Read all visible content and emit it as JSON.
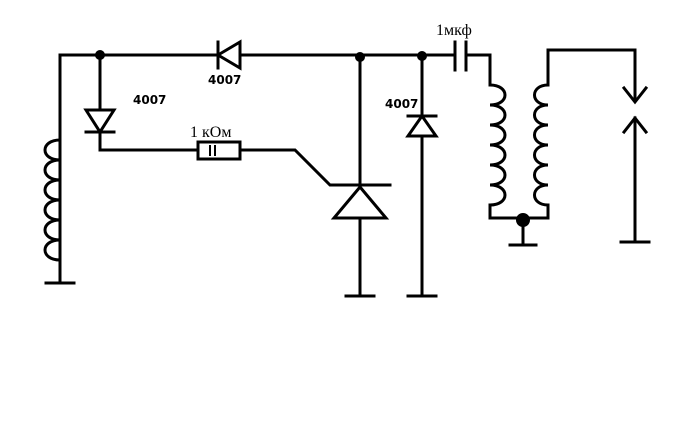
{
  "labels": {
    "diode_top": "4007",
    "diode_left": "4007",
    "diode_right": "4007",
    "resistor": "1 кОм",
    "capacitor": "1мкф"
  },
  "colors": {
    "ink": "#000000",
    "background": "#ffffff"
  }
}
